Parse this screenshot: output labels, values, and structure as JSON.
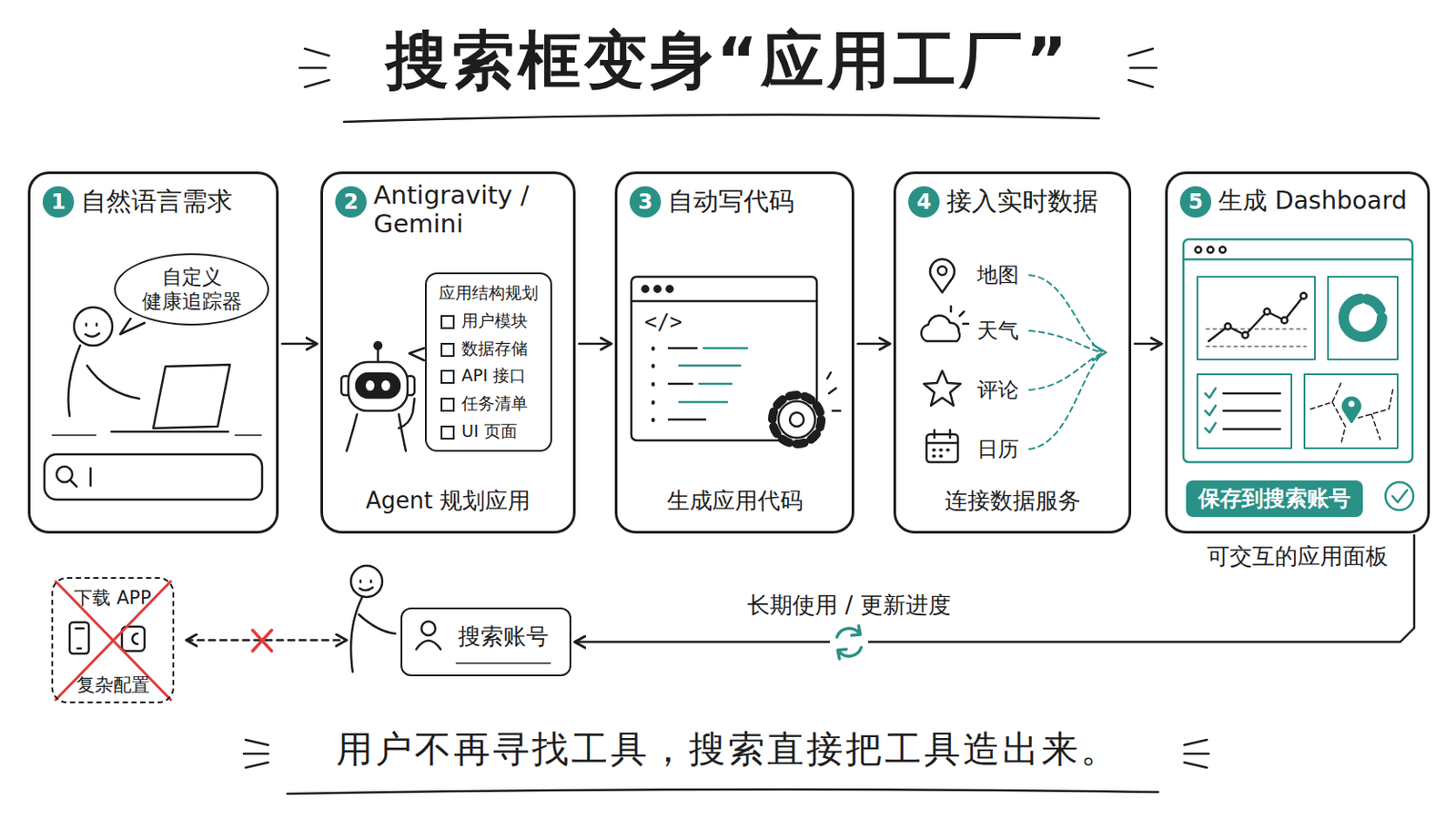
{
  "diagram": {
    "title": "搜索框变身“应用工厂”",
    "caption": "用户不再寻找工具，搜索直接把工具造出来。",
    "nodes": [
      {
        "text": [
          "1",
          "自然语言需求"
        ]
      },
      {
        "text": [
          "自定义 健康追踪器"
        ],
        "in": 0
      },
      {
        "text": [
          "2",
          "Antigravity / Gemini",
          "Agent 规划应用"
        ]
      },
      {
        "text": [
          "应用结构规划",
          "用户模块",
          "数据存储",
          "API 接口",
          "任务清单",
          "UI 页面"
        ],
        "in": 2
      },
      {
        "text": [
          "3",
          "自动写代码",
          "生成应用代码"
        ]
      },
      {
        "text": [
          "4",
          "接入实时数据",
          "地图",
          "天气",
          "评论",
          "日历",
          "连接数据服务"
        ]
      },
      {
        "text": [
          "5",
          "生成 Dashboard",
          "可交互的应用面板"
        ]
      },
      {
        "text": [
          "保存到搜索账号"
        ],
        "in": 6
      },
      {
        "text": [
          "搜索账号"
        ]
      },
      {
        "text": [
          "下载 APP",
          "复杂配置"
        ]
      }
    ],
    "edges": [
      {
        "from": 0,
        "to": 2,
        "arrow": "to"
      },
      {
        "from": 2,
        "to": 4,
        "arrow": "to"
      },
      {
        "from": 4,
        "to": 5,
        "arrow": "to"
      },
      {
        "from": 5,
        "to": 6,
        "arrow": "to"
      },
      {
        "from": 6,
        "to": 8,
        "label": "长期使用 / 更新进度",
        "arrow": "to"
      },
      {
        "from": 9,
        "to": 8,
        "arrow": "both"
      }
    ],
    "labels": [
      "</>"
    ]
  }
}
